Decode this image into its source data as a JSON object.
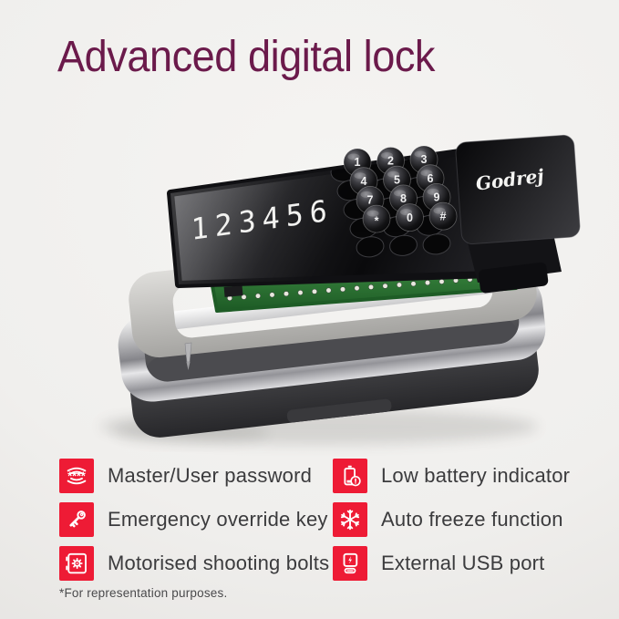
{
  "page": {
    "title": "Advanced digital lock",
    "footnote": "*For representation purposes."
  },
  "product": {
    "brand_logo": "Godrej",
    "display_value": "123456",
    "keypad": [
      "1",
      "2",
      "3",
      "4",
      "5",
      "6",
      "7",
      "8",
      "9",
      "*",
      "0",
      "#"
    ]
  },
  "features": {
    "left": [
      {
        "icon": "password-waves-icon",
        "label": "Master/User password"
      },
      {
        "icon": "key-icon",
        "label": "Emergency override key"
      },
      {
        "icon": "safe-gear-icon",
        "label": "Motorised shooting bolts"
      }
    ],
    "right": [
      {
        "icon": "low-battery-icon",
        "label": "Low battery indicator"
      },
      {
        "icon": "snowflake-icon",
        "label": "Auto freeze function"
      },
      {
        "icon": "usb-port-icon",
        "label": "External USB port"
      }
    ]
  },
  "colors": {
    "accent_red": "#EE1B35",
    "title_purple": "#6B1A4B",
    "pcb_green": "#2C7A33",
    "background": "#F1F0EE"
  }
}
